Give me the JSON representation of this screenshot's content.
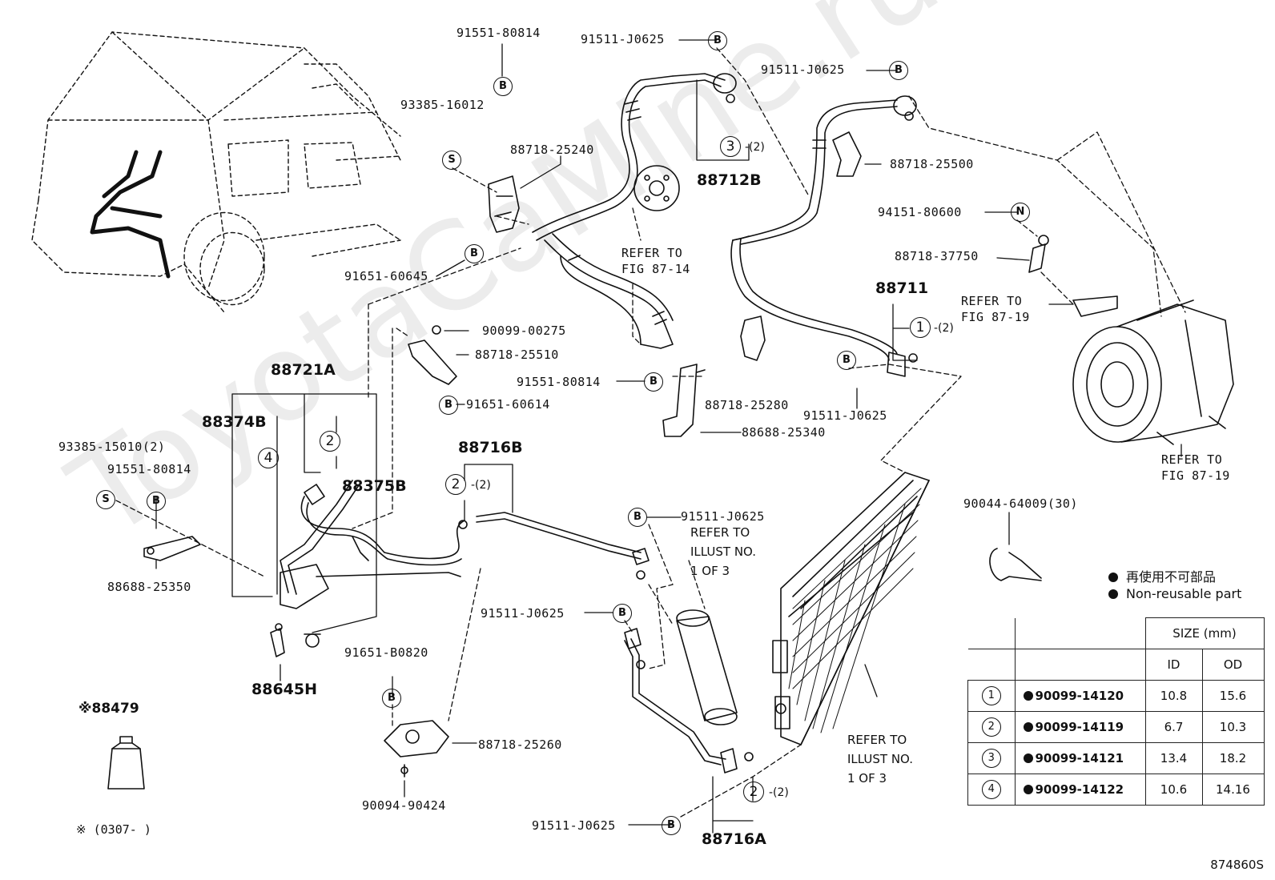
{
  "watermark": "ToyotaCaMine.ru",
  "diagram_code": "874860S",
  "footnote": "※ (0307-       )",
  "oil_part": "※88479",
  "assemblies": {
    "a88712B": "88712B",
    "a88711": "88711",
    "a88721A": "88721A",
    "a88374B": "88374B",
    "a88375B": "88375B",
    "a88716B": "88716B",
    "a88716A": "88716A",
    "a88645H": "88645H"
  },
  "labels": {
    "p91551_80814_top": "91551-80814",
    "p93385_16012": "93385-16012",
    "p88718_25240": "88718-25240",
    "p91651_60645": "91651-60645",
    "p91511_J0625_a": "91511-J0625",
    "p91511_J0625_b": "91511-J0625",
    "p88718_25500": "88718-25500",
    "p94151_80600": "94151-80600",
    "p88718_37750": "88718-37750",
    "p90099_00275": "90099-00275",
    "p88718_25510": "88718-25510",
    "p91651_60614": "91651-60614",
    "p91551_80814_mid": "91551-80814",
    "p88718_25280": "88718-25280",
    "p91511_J0625_c": "91511-J0625",
    "p88688_25340": "88688-25340",
    "p93385_15010": "93385-15010(2)",
    "p91551_80814_left": "91551-80814",
    "p88688_25350": "88688-25350",
    "p91511_J0625_d": "91511-J0625",
    "p91511_J0625_e": "91511-J0625",
    "p91651_B0820": "91651-B0820",
    "p88718_25260": "88718-25260",
    "p90094_90424": "90094-90424",
    "p91511_J0625_f": "91511-J0625",
    "p90044_64009": "90044-64009(30)"
  },
  "refs": {
    "fig87_14": [
      "REFER TO",
      "FIG 87-14"
    ],
    "fig87_19_a": [
      "REFER TO",
      "FIG 87-19"
    ],
    "fig87_19_b": [
      "REFER TO",
      "FIG 87-19"
    ],
    "illust_a": [
      "REFER TO",
      "ILLUST NO.",
      "1 OF 3"
    ],
    "illust_b": [
      "REFER TO",
      "ILLUST NO.",
      "1 OF 3"
    ]
  },
  "markers": {
    "B": "B",
    "S": "S",
    "N": "N",
    "n1": "1",
    "n2": "2",
    "n3": "3",
    "n4": "4"
  },
  "qty2": "-(2)",
  "legend": {
    "jp": "再使用不可部品",
    "en": "Non-reusable part"
  },
  "size_table": {
    "header": "SIZE (mm)",
    "id": "ID",
    "od": "OD",
    "rows": [
      {
        "no": "1",
        "part": "90099-14120",
        "id": "10.8",
        "od": "15.6"
      },
      {
        "no": "2",
        "part": "90099-14119",
        "id": "6.7",
        "od": "10.3"
      },
      {
        "no": "3",
        "part": "90099-14121",
        "id": "13.4",
        "od": "18.2"
      },
      {
        "no": "4",
        "part": "90099-14122",
        "id": "10.6",
        "od": "14.16"
      }
    ]
  }
}
